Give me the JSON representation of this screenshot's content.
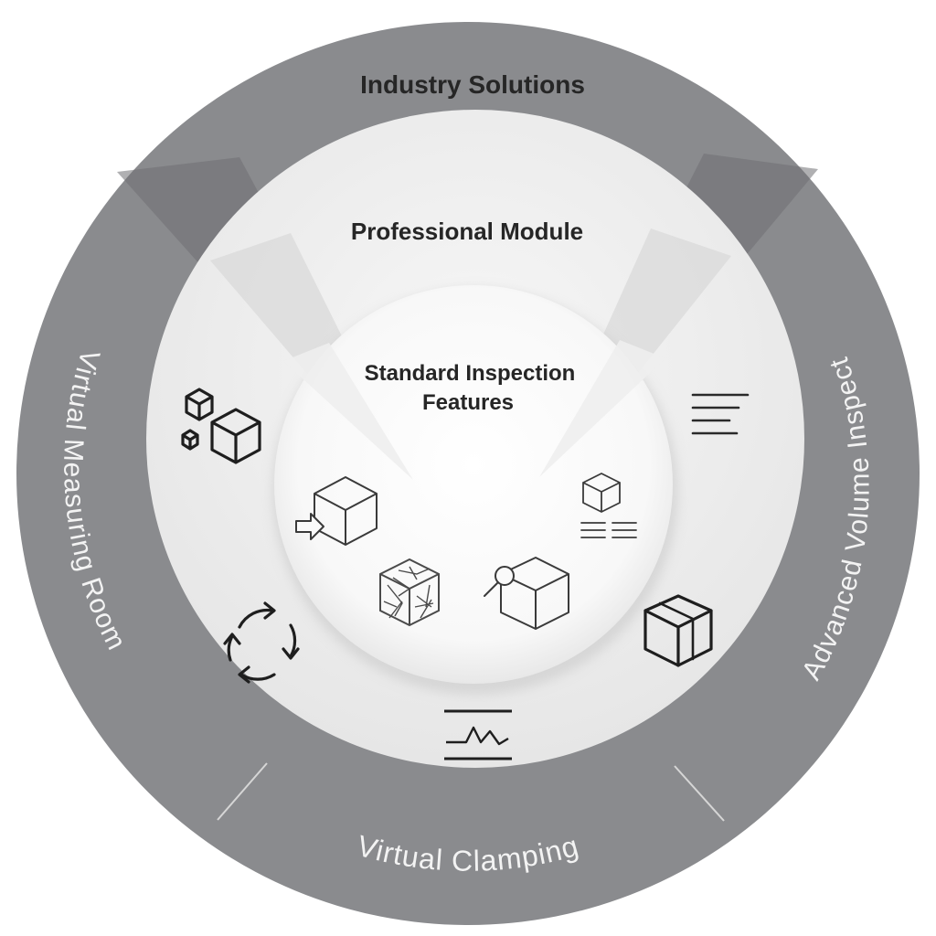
{
  "diagram": {
    "outer_ring": {
      "title": "Industry Solutions",
      "segments": {
        "left": "Virtual Measuring Room",
        "bottom": "Virtual Clamping",
        "right": "Advanced Volume Inspect"
      }
    },
    "middle_ring": {
      "title": "Professional Module"
    },
    "inner_circle": {
      "title_line1": "Standard Inspection",
      "title_line2": "Features"
    }
  },
  "icons": {
    "middle": [
      "multiple-cubes-icon",
      "cycle-arrows-icon",
      "signal-graph-icon",
      "box-icon",
      "text-lines-icon"
    ],
    "inner": [
      "cube-import-icon",
      "mesh-cube-icon",
      "cube-search-icon",
      "cube-list-icon"
    ]
  },
  "colors": {
    "outer_ring": "#8a8b8e",
    "middle_ring": "#f2f2f2",
    "inner_circle": "#fbfbfb",
    "outer_text": "#f3f3f3",
    "title_text": "#262626"
  }
}
